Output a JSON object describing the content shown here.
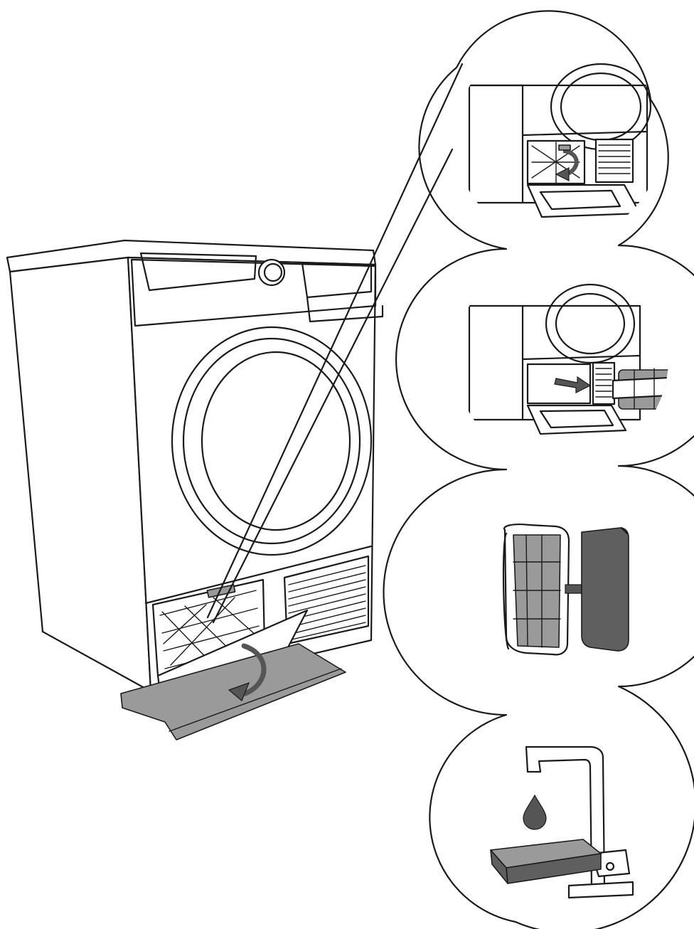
{
  "figure": {
    "type": "instruction-diagram",
    "colors": {
      "line": "#1a1a1a",
      "background": "#ffffff",
      "filter_fill": "#9a9a9a",
      "filter_dark": "#5f5f5f",
      "arrow": "#555555"
    },
    "main_illustration": "tumble-dryer-with-open-plinth-door",
    "steps": [
      {
        "order": 1,
        "icon": "open-filter-cover-icon"
      },
      {
        "order": 2,
        "icon": "remove-filter-icon"
      },
      {
        "order": 3,
        "icon": "separate-filter-icon"
      },
      {
        "order": 4,
        "icon": "rinse-filter-under-tap-icon"
      }
    ]
  }
}
